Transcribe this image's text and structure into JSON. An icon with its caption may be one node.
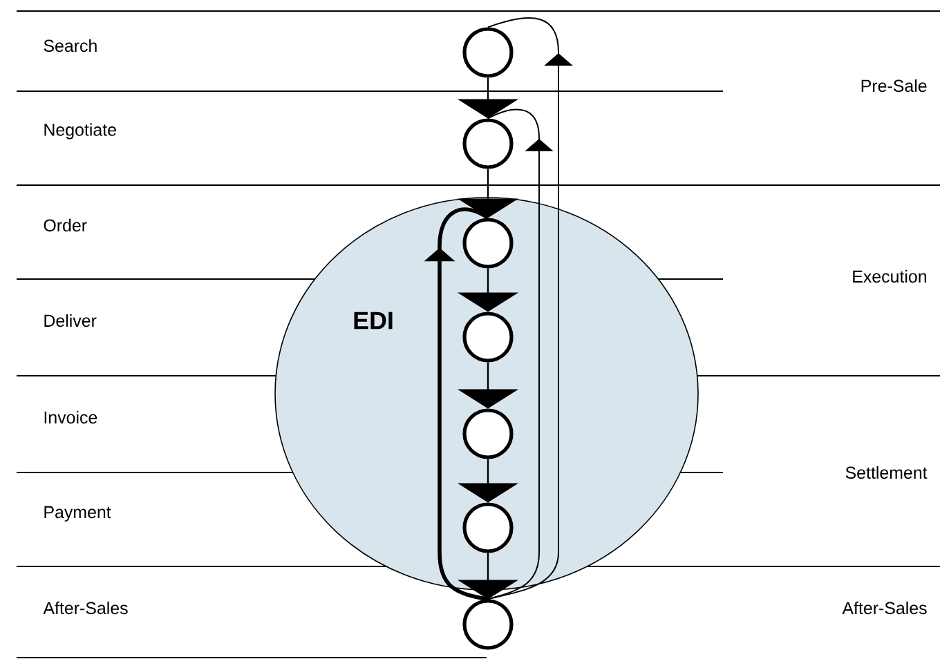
{
  "diagram": {
    "nodes": [
      {
        "text": [],
        "shape": "circle"
      },
      {
        "text": [],
        "shape": "circle"
      },
      {
        "text": [
          "EDI"
        ]
      },
      {
        "text": [],
        "shape": "circle",
        "in": 2
      },
      {
        "text": [],
        "shape": "circle",
        "in": 2
      },
      {
        "text": [],
        "shape": "circle",
        "in": 2
      },
      {
        "text": [],
        "shape": "circle",
        "in": 2
      },
      {
        "text": [],
        "shape": "circle"
      }
    ],
    "edges": [
      {
        "from": 0,
        "to": 1,
        "arrow": "to"
      },
      {
        "from": 1,
        "to": 3,
        "arrow": "to"
      },
      {
        "from": 3,
        "to": 4,
        "arrow": "to"
      },
      {
        "from": 4,
        "to": 5,
        "arrow": "to"
      },
      {
        "from": 5,
        "to": 6,
        "arrow": "to"
      },
      {
        "from": 6,
        "to": 7,
        "arrow": "to"
      },
      {
        "from": 7,
        "to": 0,
        "arrow": "to"
      },
      {
        "from": 7,
        "to": 1,
        "arrow": "to"
      },
      {
        "from": 7,
        "to": 3,
        "arrow": "to",
        "style": "thick"
      }
    ],
    "labels": [
      "Search",
      "Negotiate",
      "Order",
      "Deliver",
      "Invoice",
      "Payment",
      "After-Sales",
      "Pre-Sale",
      "Execution",
      "Settlement",
      "After-Sales"
    ]
  }
}
